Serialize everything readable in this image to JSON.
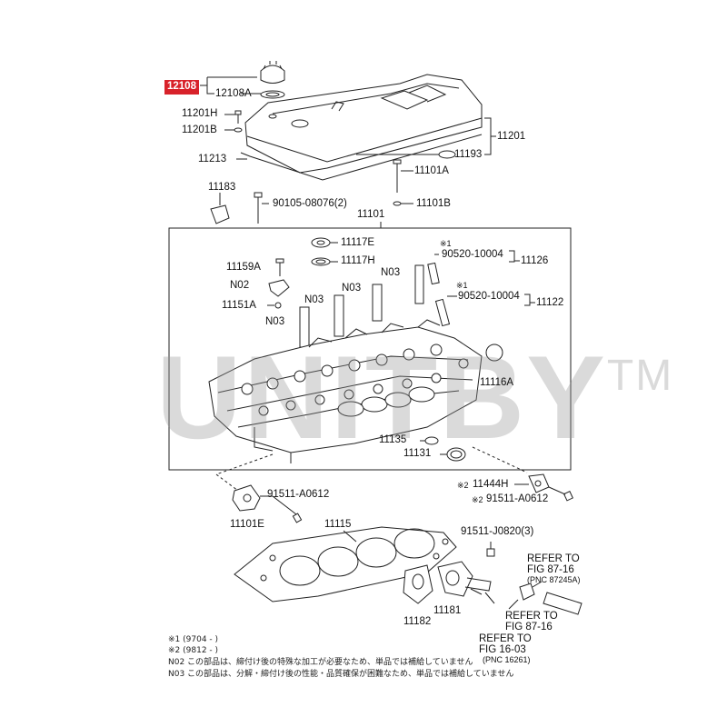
{
  "highlight": {
    "part": "12108",
    "color": "#d8222a"
  },
  "parts": {
    "p12108A": "12108A",
    "p11201H": "11201H",
    "p11201B": "11201B",
    "p11201": "11201",
    "p11193": "11193",
    "p11213": "11213",
    "p11101A": "11101A",
    "p11183": "11183",
    "p90105": "90105-08076(2)",
    "p11101B": "11101B",
    "p11101": "11101",
    "p11117E": "11117E",
    "p11117H": "11117H",
    "m1a": "※1",
    "p90520a": "90520-10004",
    "p11126": "11126",
    "p11159A": "11159A",
    "n03a": "N03",
    "n02": "N02",
    "m1b": "※1",
    "p90520b": "90520-10004",
    "p11122": "11122",
    "n03b": "N03",
    "n03c": "N03",
    "p11151A": "11151A",
    "n03d": "N03",
    "p11116A": "11116A",
    "p11135": "11135",
    "p11131": "11131",
    "p11444H": "11444H",
    "m2a": "※2",
    "p91511A0612a": "91511-A0612",
    "m2b": "※2",
    "p91511A0612b": "91511-A0612",
    "p11101E": "11101E",
    "p11115": "11115",
    "p91511J": "91511-J0820(3)",
    "p11181": "11181",
    "p11182": "11182"
  },
  "refers": {
    "r1_line1": "REFER TO",
    "r1_line2": "FIG 87-16",
    "r1_line3": "(PNC 87245A)",
    "r2_line1": "REFER TO",
    "r2_line2": "FIG 87-16",
    "r3_line1": "REFER TO",
    "r3_line2": "FIG 16-03",
    "r3_line3": "(PNC 16261)"
  },
  "notes": {
    "n1": "※1 (9704 -        )",
    "n2": "※2 (9812 -        )",
    "n3": "N02 この部品は、締付け後の特殊な加工が必要なため、単品では補給していません",
    "n4": "N03 この部品は、分解・締付け後の性能・品質確保が困難なため、単品では補給していません"
  },
  "watermark": {
    "text": "UNITBY",
    "mark": "TM"
  }
}
